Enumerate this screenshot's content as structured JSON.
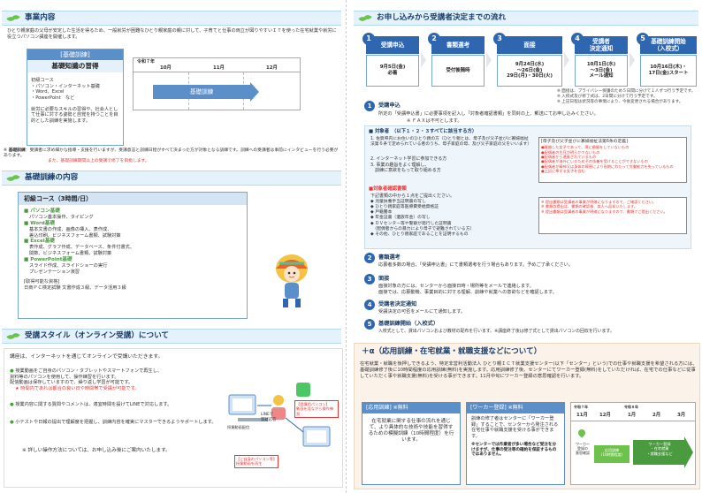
{
  "left": {
    "sec1": {
      "title": "事業内容",
      "intro": "ひとり親家庭の父母が安定した生活を得るため、一般就労が困難なひとり親家庭の親に対して、子育てと仕事の両立が図りやすいＩＴを使った在宅就業や就労に役立つパソコン講座を開催します。",
      "label": "[基礎訓練]",
      "course_title": "基礎知識の習得",
      "course_list": [
        "初級コース",
        "・パソコン・インターネット基礎",
        "・Word、Excel",
        "・PowerPoint　など"
      ],
      "course_desc": "就労に必要なスキルの習得や、社会人として仕事に対する姿勢と自覚を持つことを目的とした訓練を実施します。",
      "timeline_year": "令和７年",
      "months": [
        "10月",
        "11月",
        "12月"
      ],
      "bar_label": "基礎訓練",
      "note_mark": "※",
      "note_label": "基礎訓練",
      "note_text": "：受講者に求め細かな指導・支援を行いますが、受講意志と訓練日程がすべて決まった方が対象となる訓練です。訓練への受講者は事前にインタビューを行う必要があります。",
      "note_red": "また、基礎訓練期間以上の受講で修了を目指します。"
    },
    "sec2": {
      "title": "基礎訓練の内容",
      "course_heading": "初級コース（3時間/日）",
      "items": [
        {
          "title": "パソコン基礎",
          "desc": "パソコン基本操作、タイピング"
        },
        {
          "title": "Word基礎",
          "desc": "基本文書の作成、画像の挿入、表作成、\n差込印刷、ビジネスフォーム書類、試験対策"
        },
        {
          "title": "Excel基礎",
          "desc": "表作成、グラフ作成、データベース、条件付書式、\n関数、ビジネスフォーム書類、試験対策"
        },
        {
          "title": "PowerPoint基礎",
          "desc": "スライド作成、スライドショーの実行\nプレゼンテーション演習"
        }
      ],
      "cert_label": "[取得可能な資格]",
      "cert_text": "日商ＰＣ検定試験 文書作成３級、データ活用３級"
    },
    "sec3": {
      "title": "受講スタイル（オンライン受講）について",
      "intro": "講座は、インターネットを通じてオンラインで受講いただきます。",
      "bullets": [
        "授業動画をご自身のパソコン・タブレットやスマートフォンで再生し、\n資料等のパソコンを使用して、操作練習を行います。\n配信動画は保存していますので、繰り返し学習が可能です。",
        "授業内容に関する質問やコメントは、適宜時間を設けてLINEで対応します。",
        "小テストや日報の提出で理解度を把握し、訓練内容を確実にマスターできるようサポートします。"
      ],
      "red_note": "★ 時間内であれば都合の良い日や時間帯で受講が可能です。",
      "detail": "※ 詳しい操作方法については、お申し込み後にご案内いたします。",
      "fig_labels": [
        "LINEで\n質疑応答",
        "【受講用パソコン】\n動画を見ながら操作練習",
        "【ご自身のパソコン等】\n授業動画を再生",
        "授業動画配信"
      ]
    }
  },
  "right": {
    "sec1": {
      "title": "お申し込みから受講者決定までの流れ",
      "steps": [
        {
          "num": "1",
          "title": "受講申込",
          "lines": [
            "9月5日(金)",
            "必着"
          ]
        },
        {
          "num": "2",
          "title": "書類選考",
          "lines": [
            "受付後随時"
          ]
        },
        {
          "num": "3",
          "title": "面接",
          "lines": [
            "9月24日(水)",
            "〜26日(金)",
            "29日(月)・30日(火)"
          ]
        },
        {
          "num": "4",
          "title": "受講者\n決定通知",
          "lines": [
            "10月1日(水)",
            "〜3日(金)",
            "メール通知"
          ]
        },
        {
          "num": "5",
          "title": "基礎訓練開始\n（入校式）",
          "lines": [
            "10月16日(木)・",
            "17日(金)スタート"
          ]
        }
      ],
      "notes": [
        "※ 面接は、プライバシー保護のため５日間に分けて１人ずつ行う予定です。",
        "※ 入校式及び修了式は、2日間に分けて行う予定です。",
        "※ 上記日程は状況等の事情により、今後変更される場合があります。"
      ],
      "d1_title": "受講申込",
      "d1_text": "所定の「受講申込書」に必要事項を記入し「対象者確認書類」を同封の上、郵送にてお申し込みください。",
      "d1_fax": "※ ＦＡＸは不可とします。",
      "target_title": "■ 対象者　（以下１・２・３すべてに該当する方）",
      "targets": [
        "1. 佐賀県内にお住いのひとり親の方（ひとり親とは、母子及び父子並びに寡婦福祉法第６条で定められている者のうち、母子家庭の母、及び父子家庭の父をいいます）",
        "2. インターネット学習に参加できる方",
        "3. 事業の趣旨をよく理解し、\n　訓練に意欲をもって取り組める方"
      ],
      "side_title": "[母子及び父子並びに寡婦福祉法第6条の定義]",
      "side_items": [
        "●離婚した女子であって、現に婚姻をしていないもの",
        "●配偶者の生死が明らかでないもの",
        "●配偶者から遺棄されているもの",
        "●配偶者が海外にいるためその扶養を受けることができないもの",
        "●配偶者が精神又は身体の障害により長期にわたって労働能力を失っているもの",
        "●上記に準ずる女子を含む"
      ],
      "doc_title": "■対象者確認書類",
      "doc_intro": "下記書類の中から１点をご提出ください。",
      "docs": [
        "◆ 児童扶養手当証明書の写し",
        "◆ ひとり親家庭等医療費受給資格証",
        "◆ 戸籍謄本",
        "◆ 年金証書（遺族年金）の写し",
        "◆ ＤＶセンター等や警察が発行した証明書\n　（配偶者からの暴力により母子で避難されている方）",
        "◆ その他、ひとり親家庭であることを証明するもの"
      ],
      "doc_notes": [
        "※ 提出書類は受講者の事業が明確になりますので、ご確認ください。",
        "※ 書類の提出は、書類の確認後、本人へ返却いたします。",
        "※ 提出書類は受講者の事業が明確になりますので、書類でご提出ください。"
      ],
      "d2_title": "書類選考",
      "d2_text": "応募者多数の場合、「受講申込書」にて書類選考を行う場合もあります。予めご了承ください。",
      "d3_title": "面接",
      "d3_text": "面接対象の方には、センターから面接日時・場所等をメールで連絡します。\n面接では、応募動機、事業目的に対する理解、訓練や就業への意欲などを確認します。",
      "d4_title": "受講者決定通知",
      "d4_text": "受講決定の可否をメールにて通知します。",
      "d5_title": "基礎訓練開始（入校式）",
      "d5_text": "入校式として、貸出パソコンおよび教材の配布を行います。※講座終了後は修了式として貸出パソコンの回収を行います。"
    },
    "sec2": {
      "title": "＋α（応用訓練・在宅就業・就職支援などについて）",
      "intro": "在宅就業・就職を後押しできるよう、特定非営利活動法人 ひとり親ＩＣＴ就業支援センター(以下「センター」という)での仕事や就職支援を希望される方には、基礎訓練修了後に10時間程度の応用訓練(無料)を実施します。応用訓練修了後、センターにてワーカー登録(無料)をしていただければ、在宅での仕事などに従事していただく事や就職支援(無料)を受ける事ができます。11月中旬にワーカー登録の意思確認を行います。",
      "box1_title": "[応用訓練] ※無料",
      "box1_text": "在宅就業に関する仕事の流れを通じて、より具体的な技術や技能を習得するための模擬訓練（10時間程度）を行います。",
      "box2_title": "[ワーカー登録] ※無料",
      "box2_text": "訓練の修了者はセンターに「ワーカー登録」することで、センターから発注される在宅仕事や就職支援を受ける事ができます。",
      "box2_note": "※センターでは作業者が多い場合など受注を分けますが、仕事の受注等の確約を保証するものではありません。",
      "tl_year1": "令和７年",
      "tl_year2": "令和８年",
      "tl_months": [
        "11月",
        "12月",
        "1月",
        "2月",
        "3月"
      ],
      "tl_items": [
        "ワーカー\n登録の\n意思確認",
        "応用訓練\n(10時間程度)",
        "ワーカー登録\n・在宅就業\n・就職支援など"
      ]
    }
  },
  "colors": {
    "accent": "#2f66b0",
    "green": "#6cc24a",
    "header_bg": "#e4f3fb",
    "red": "#e53935",
    "label_bg": "#5b8fc9"
  }
}
